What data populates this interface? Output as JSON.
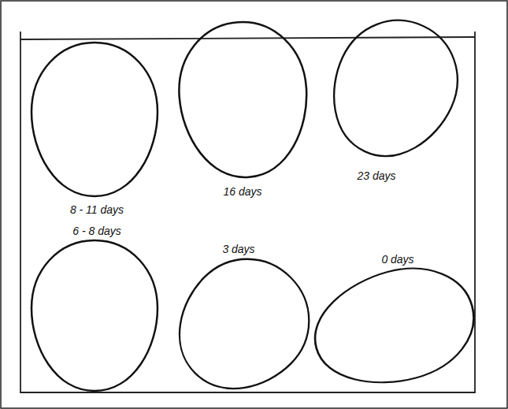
{
  "diagram": {
    "labels": [
      "8 - 11 days",
      "16 days",
      "23 days",
      "6 - 8 days",
      "3 days",
      "0 days"
    ]
  }
}
